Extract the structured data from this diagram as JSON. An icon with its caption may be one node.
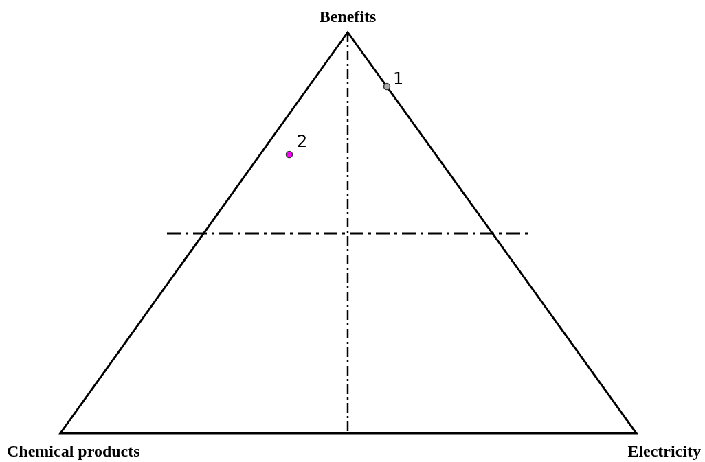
{
  "diagram": {
    "labels": [
      "Benefits",
      "1",
      "2",
      "Chemical products",
      "Electricity"
    ]
  }
}
